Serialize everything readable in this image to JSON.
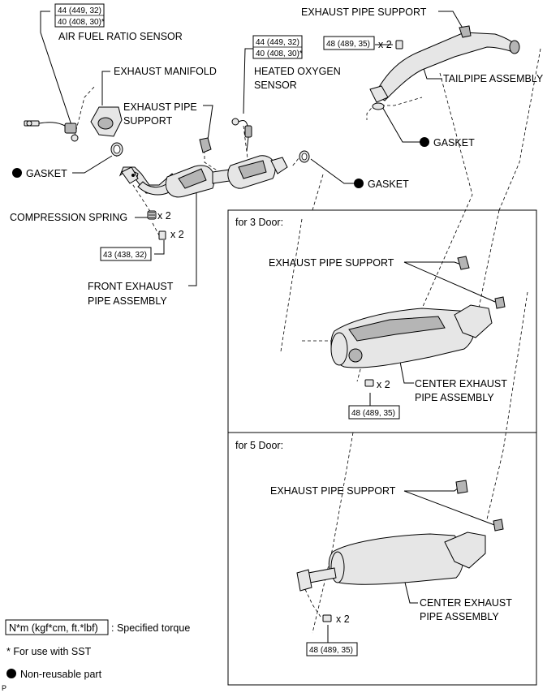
{
  "labels": {
    "air_fuel_ratio_sensor": "AIR FUEL RATIO SENSOR",
    "exhaust_manifold": "EXHAUST MANIFOLD",
    "exhaust_pipe_support": "EXHAUST PIPE SUPPORT",
    "exhaust_pipe_support_line1": "EXHAUST PIPE",
    "exhaust_pipe_support_line2": "SUPPORT",
    "heated_oxygen_sensor_line1": "HEATED OXYGEN",
    "heated_oxygen_sensor_line2": "SENSOR",
    "tailpipe_assembly": "TAILPIPE ASSEMBLY",
    "gasket": "GASKET",
    "compression_spring": "COMPRESSION SPRING",
    "front_exhaust_pipe_line1": "FRONT EXHAUST",
    "front_exhaust_pipe_line2": "PIPE ASSEMBLY",
    "center_exhaust_pipe_line1": "CENTER EXHAUST",
    "center_exhaust_pipe_line2": "PIPE ASSEMBLY",
    "for_3_door": "for 3 Door:",
    "for_5_door": "for 5 Door:",
    "times_2": "x 2"
  },
  "torques": {
    "af_sensor_line1": "44 (449, 32)",
    "af_sensor_line2": "40 (408, 30)*",
    "ho2_sensor_line1": "44 (449, 32)",
    "ho2_sensor_line2": "40 (408, 30)*",
    "tailpipe": "48 (489, 35)",
    "front_pipe": "43 (438, 32)",
    "center_3door": "48 (489, 35)",
    "center_5door": "48 (489, 35)"
  },
  "legend": {
    "torque_unit": "N*m (kgf*cm, ft.*lbf)",
    "torque_desc": ": Specified torque",
    "sst_note": "* For use with SST",
    "non_reusable": "Non-reusable part"
  },
  "footer": {
    "code": "P"
  }
}
